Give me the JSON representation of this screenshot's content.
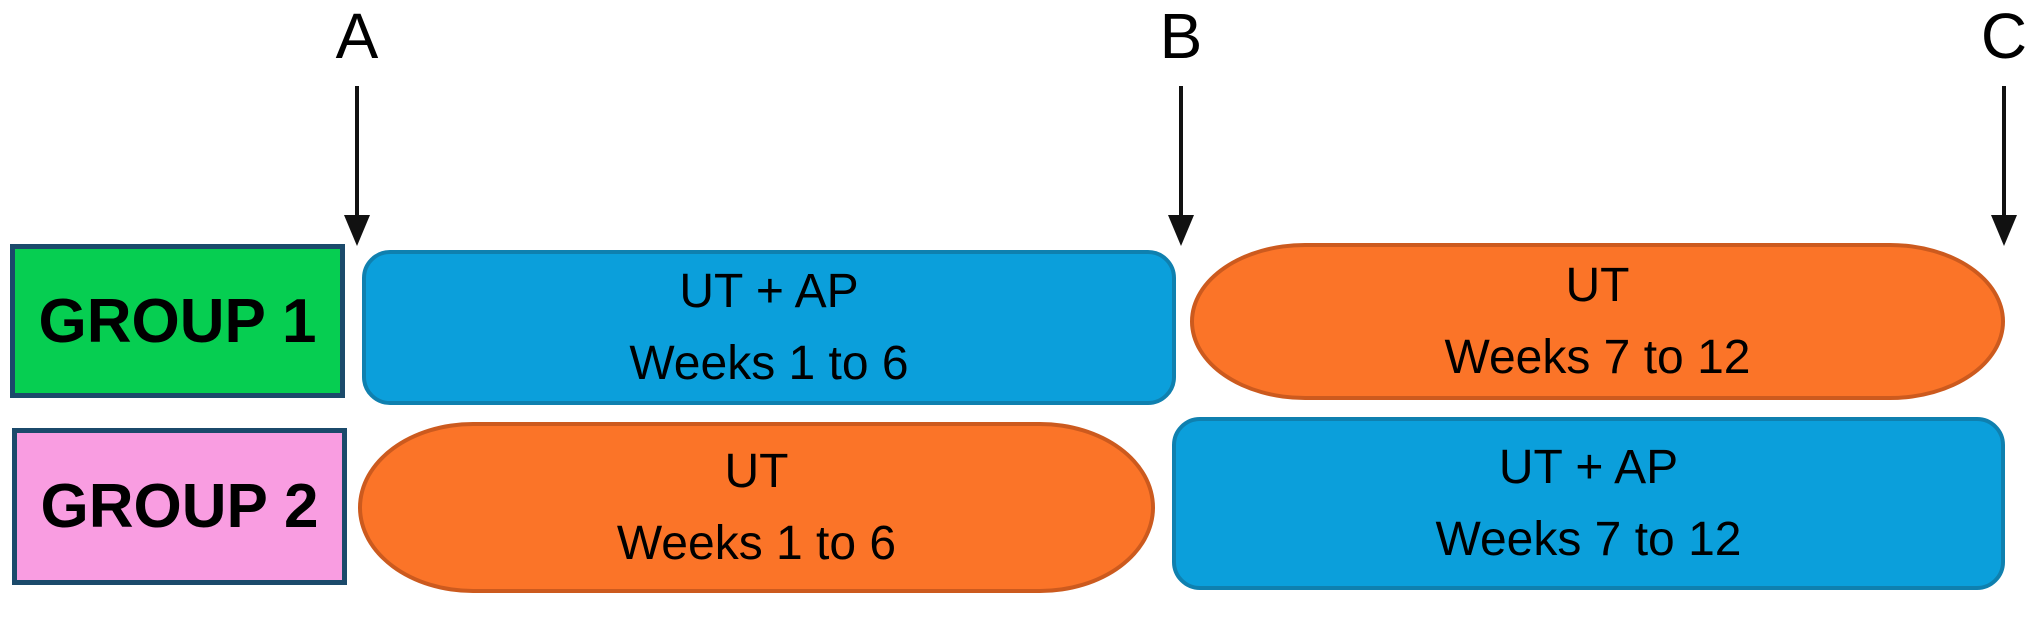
{
  "diagram": {
    "background_color": "#ffffff",
    "text_color": "#000000",
    "arrow_color": "#111111",
    "timepoints": [
      {
        "label": "A"
      },
      {
        "label": "B"
      },
      {
        "label": "C"
      }
    ],
    "rows": [
      {
        "group": {
          "label": "GROUP 1",
          "fill_color": "#06ce51",
          "border_color": "#1b4a6b"
        },
        "periods": [
          {
            "line1": "UT + AP",
            "line2": "Weeks 1 to 6",
            "fill_color": "#0b9fdb",
            "border_color": "#0f80af",
            "shape": "rounded-rectangle"
          },
          {
            "line1": "UT",
            "line2": "Weeks 7 to 12",
            "fill_color": "#fb7428",
            "border_color": "#cc5a1e",
            "shape": "pill"
          }
        ]
      },
      {
        "group": {
          "label": "GROUP 2",
          "fill_color": "#f99de1",
          "border_color": "#1b4a6b"
        },
        "periods": [
          {
            "line1": "UT",
            "line2": "Weeks 1 to 6",
            "fill_color": "#fb7428",
            "border_color": "#cc5a1e",
            "shape": "pill"
          },
          {
            "line1": "UT + AP",
            "line2": "Weeks 7 to 12",
            "fill_color": "#0b9fdb",
            "border_color": "#0f80af",
            "shape": "rounded-rectangle"
          }
        ]
      }
    ]
  }
}
